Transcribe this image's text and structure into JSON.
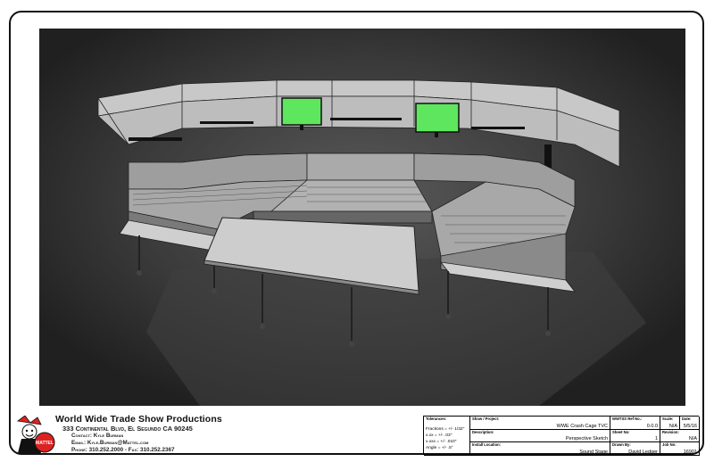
{
  "company": {
    "name": "World Wide Trade Show Productions",
    "address": "333 Continental Blvd, El Segundo CA 90245",
    "contact": "Contact: Kyle Burman",
    "email": "Email: Kyle.Burman@Mattel.com",
    "phone": "Phone: 310.252.2000 - Fax: 310.252.2367",
    "logo_text": "MATTEL"
  },
  "title_block": {
    "tolerances_label": "Tolerances:",
    "tol_fractions": "Fractions = +/- 1/32\"",
    "tol_xxx": "x.xx = +/- .03\"",
    "tol_xxxx": "x.xxx = +/- .010\"",
    "tol_angle": "Angle = +/- .5°",
    "show_label": "Show / Project:",
    "show_value": "WWE Crash Cage TVC",
    "description_label": "Description:",
    "description_value": "Perspective Sketch",
    "install_label": "Install Location:",
    "install_value": "Sound Stage",
    "ref_label": "WWTSS Ref No.:",
    "ref_value": "0.0.0",
    "sheet_label": "Sheet No:",
    "sheet_value": "1",
    "drawn_label": "Drawn By:",
    "drawn_value": "David Ledger",
    "scale_label": "Scale:",
    "scale_value": "N/A",
    "date_label": "Date:",
    "date_value": "5/5/16",
    "revision_label": "Revision:",
    "revision_value": "N/A",
    "job_label": "Job No:",
    "job_value": "16901"
  },
  "colors": {
    "background": "#2a2a2a",
    "set_gray": "#b8b8b8",
    "screen_green": "#5ee65e"
  },
  "icons": {
    "logo": "mattel-jester-logo"
  }
}
